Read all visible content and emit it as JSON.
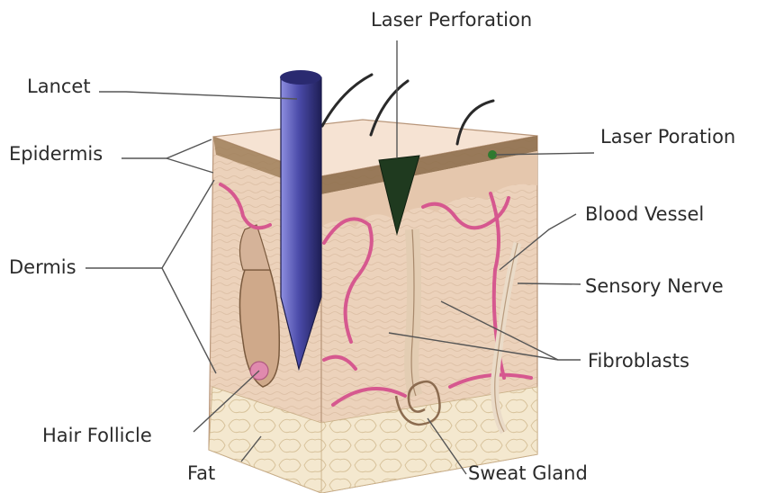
{
  "labels": {
    "lancet": "Lancet",
    "laser_perforation": "Laser Perforation",
    "laser_poration": "Laser Poration",
    "epidermis": "Epidermis",
    "dermis": "Dermis",
    "blood_vessel": "Blood Vessel",
    "sensory_nerve": "Sensory Nerve",
    "fibroblasts": "Fibroblasts",
    "hair_follicle": "Hair Follicle",
    "fat": "Fat",
    "sweat_gland": "Sweat Gland"
  },
  "colors": {
    "skin": "#f1d8c2",
    "skin_shadow": "#d9b89c",
    "epidermis_band": "#8a6a48",
    "vessel": "#d6588f",
    "lancet": "#4a4aa8",
    "perforation": "#1f3a1f",
    "poration_dot": "#2f7a2f",
    "fat": "#f4e8cf",
    "leader": "#555555"
  }
}
